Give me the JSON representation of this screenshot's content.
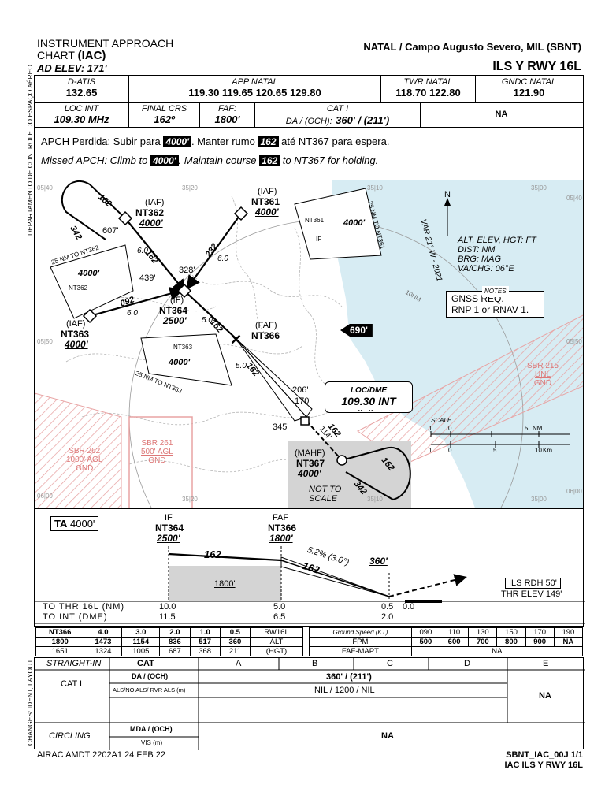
{
  "header": {
    "chart_type_line1": "INSTRUMENT APPROACH",
    "chart_type_line2_prefix": "CHART",
    "chart_type_abbr": "(IAC)",
    "ad_elev": "AD ELEV: 171'",
    "airport": "NATAL / Campo Augusto Severo, MIL (SBNT)",
    "procedure": "ILS Y RWY 16L"
  },
  "side_labels": {
    "authority": "DEPARTAMENTO DE CONTROLE DO ESPAÇO AÉREO",
    "changes": "CHANGES: IDENT, LAYOUT."
  },
  "comms": [
    {
      "label": "D-ATIS",
      "value": "132.65"
    },
    {
      "label": "APP NATAL",
      "value": "119.30 119.65 120.65 129.80"
    },
    {
      "label": "TWR NATAL",
      "value": "118.70 122.80"
    },
    {
      "label": "GNDC NATAL",
      "value": "121.90"
    }
  ],
  "approach_info": {
    "loc_label": "LOC INT",
    "loc_value": "109.30 MHz",
    "crs_label": "FINAL CRS",
    "crs_value": "162º",
    "faf_label": "FAF:",
    "faf_value": "1800'",
    "cat_label": "CAT I",
    "da_label": "DA / (OCH):",
    "da_value": "360' / (211')",
    "na": "NA"
  },
  "missed_approach": {
    "pt_a": "APCH Perdida: Subir para",
    "pt_alt": "4000'",
    "pt_b": ". Manter rumo",
    "pt_crs": "162",
    "pt_c": "até  NT367  para espera.",
    "en_a": "Missed APCH: Climb to",
    "en_alt": "4000'",
    "en_b": ". Maintain course",
    "en_crs": "162",
    "en_c": "to NT367 for holding."
  },
  "plan": {
    "fixes": [
      {
        "role": "(IAF)",
        "name": "NT362",
        "alt": "4000'"
      },
      {
        "role": "(IAF)",
        "name": "NT361",
        "alt": "4000'"
      },
      {
        "role": "(IAF)",
        "name": "NT363",
        "alt": "4000'"
      },
      {
        "role": "(IF)",
        "name": "NT364",
        "alt": "2500'"
      },
      {
        "role": "(FAF)",
        "name": "NT366",
        "alt": ""
      },
      {
        "role": "(MAHF)",
        "name": "NT367",
        "alt": "4000'"
      }
    ],
    "courses": {
      "c162": "162",
      "c342": "342",
      "c232": "232",
      "c092": "092",
      "d60": "6.0",
      "d50": "5.0"
    },
    "terminal_alt_values": {
      "west": "4000'",
      "north": "4000'",
      "south": "4000'"
    },
    "taa_labels": {
      "west": "25 NM TO NT362",
      "north": "25 NM TO NT361",
      "south": "25 NM TO NT363"
    },
    "small_fix_labels": {
      "nt362": "NT362",
      "nt361": "NT361",
      "nt363": "NT363",
      "if": "IF"
    },
    "obstacles": [
      "607'",
      "439'",
      "328'",
      "206'",
      "170'",
      "345'",
      "114'"
    ],
    "msa_box": "690'",
    "ring": "10NM",
    "loc_dme_title": "LOC/DME",
    "loc_dme_freq": "109.30  INT",
    "loc_dme_morse": "··   ‒··   ‒",
    "north_label": "N",
    "var": "VAR 21° W - 2021",
    "units": [
      "ALT, ELEV, HGT: FT",
      "DIST: NM",
      "BRG: MAG",
      "VA/CHG: 06°E"
    ],
    "notes_title": "NOTES",
    "notes": [
      "GNSS REQ.",
      "RNP 1 or RNAV 1."
    ],
    "restricted": [
      {
        "name": "SBR 215",
        "line2": "UNL",
        "line3": "GND"
      },
      {
        "name": "SBR 262",
        "line2": "1000' AGL",
        "line3": "GND"
      },
      {
        "name": "SBR 261",
        "line2": "500' AGL",
        "line3": "GND"
      }
    ],
    "not_to_scale": [
      "NOT TO",
      "SCALE"
    ],
    "scale": {
      "title": "SCALE",
      "nm_ticks": [
        "1",
        "0",
        "5",
        "NM"
      ],
      "km_ticks": [
        "1",
        "0",
        "5",
        "10",
        "Km"
      ]
    },
    "grid_labels": [
      "35|20",
      "35|10",
      "35|00",
      "35|20",
      "35|10",
      "35|00",
      "05|40",
      "05|50",
      "06|00",
      "05|40",
      "05|50",
      "06|00"
    ]
  },
  "profile": {
    "ta": "TA",
    "ta_value": "4000'",
    "if_label": "IF",
    "if_name": "NT364",
    "if_alt": "2500'",
    "faf_label": "FAF",
    "faf_name": "NT366",
    "faf_alt": "1800'",
    "crs1": "162",
    "crs2": "162",
    "gp": "5.2% (3.0°)",
    "da": "360'",
    "floor": "1800'",
    "rdh": "ILS RDH 50'",
    "thr_elev": "THR ELEV 149'",
    "row1_label": "TO THR 16L (NM)",
    "row2_label": "TO INT (DME)",
    "row1": [
      "10.0",
      "5.0",
      "0.5",
      "0.0"
    ],
    "row2": [
      "11.5",
      "6.5",
      "2.0"
    ]
  },
  "dme_alt_table": {
    "rows": [
      [
        "NT366",
        "4.0",
        "3.0",
        "2.0",
        "1.0",
        "0.5",
        "RW16L"
      ],
      [
        "1800",
        "1473",
        "1154",
        "836",
        "517",
        "360",
        "ALT"
      ],
      [
        "1651",
        "1324",
        "1005",
        "687",
        "368",
        "211",
        "(HGT)"
      ]
    ]
  },
  "rate_table": {
    "header": [
      "Ground Speed (KT)",
      "090",
      "110",
      "130",
      "150",
      "170",
      "190"
    ],
    "fpm": [
      "FPM",
      "500",
      "600",
      "700",
      "800",
      "900",
      "NA"
    ],
    "faf_mapt": [
      "FAF-MAPT",
      "NA"
    ]
  },
  "minima": {
    "straight_in": "STRAIGHT-IN",
    "cat": "CAT",
    "cats": [
      "A",
      "B",
      "C",
      "D",
      "E"
    ],
    "cat_i": "CAT I",
    "da_och": "DA / (OCH)",
    "da_val": "360' / (211')",
    "vis_lbl": "ALS/NO ALS/ RVR ALS (m)",
    "vis_val": "NIL / 1200 / NIL",
    "na_e": "NA",
    "circling": "CIRCLING",
    "mda_och": "MDA / (OCH)",
    "vis_m": "VIS (m)",
    "circ_val": "NA"
  },
  "footer": {
    "airac": "AIRAC AMDT 2202A1  24 FEB 22",
    "page_id": "SBNT_IAC_00J 1/1",
    "proc": "IAC ILS Y RWY 16L"
  },
  "colors": {
    "water": "#d7ecf3",
    "restricted": "#e8a3a3",
    "grey": "#d4d4d4",
    "terrain": "#b5b5b5"
  }
}
